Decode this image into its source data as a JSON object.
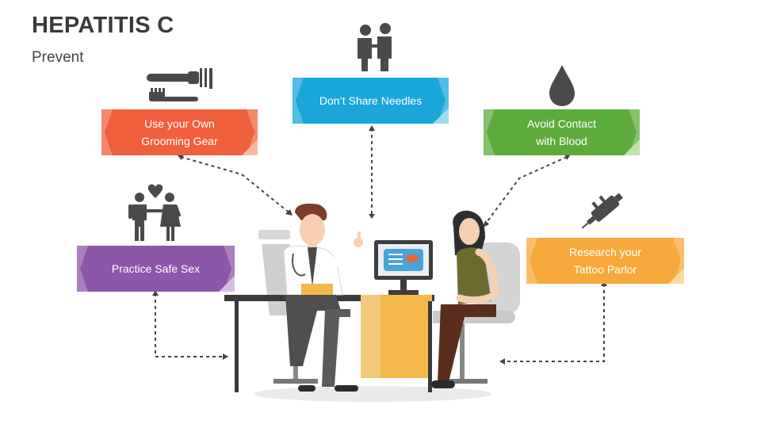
{
  "slide": {
    "title": "HEPATITIS C",
    "subtitle": "Prevent"
  },
  "colors": {
    "orange_red": "#f0603c",
    "blue": "#1aa6d8",
    "green": "#5dab3c",
    "purple": "#8e56a8",
    "yellow": "#f7a93b"
  },
  "tips": [
    {
      "id": "grooming",
      "label": "Use your Own\nGrooming Gear",
      "icon": "razor-toothbrush-icon"
    },
    {
      "id": "needles",
      "label": "Don’t Share Needles",
      "icon": "people-sharing-icon"
    },
    {
      "id": "blood",
      "label": "Avoid Contact\nwith Blood",
      "icon": "blood-drop-icon"
    },
    {
      "id": "sex",
      "label": "Practice Safe Sex",
      "icon": "couple-heart-icon"
    },
    {
      "id": "tattoo",
      "label": "Research your\nTattoo Parlor",
      "icon": "tattoo-machine-icon"
    }
  ],
  "illustration": {
    "scene": "doctor-patient-consultation"
  }
}
